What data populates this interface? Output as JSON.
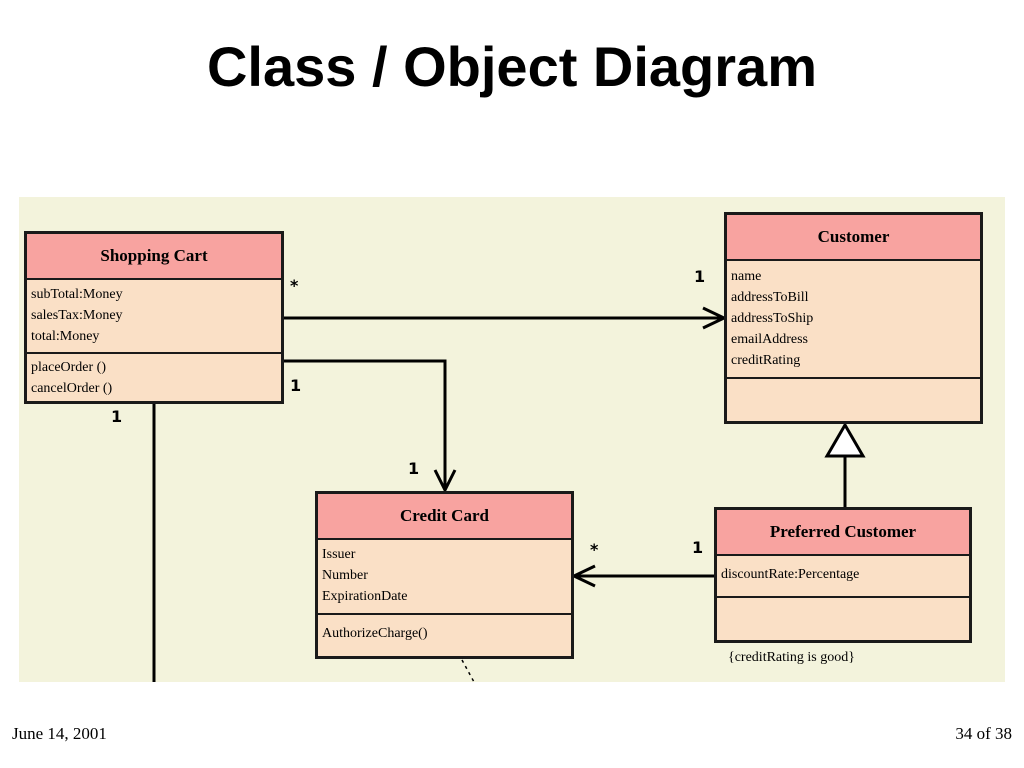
{
  "slide": {
    "title": "Class / Object Diagram",
    "date": "June 14, 2001",
    "page": "34 of 38"
  },
  "colors": {
    "header": "#f8a3a0",
    "body": "#fae0c6",
    "background": "#f3f3dc"
  },
  "classes": {
    "shopping_cart": {
      "name": "Shopping Cart",
      "attributes": [
        "subTotal:Money",
        "salesTax:Money",
        "total:Money"
      ],
      "operations": [
        "placeOrder ()",
        "cancelOrder ()"
      ]
    },
    "customer": {
      "name": "Customer",
      "attributes": [
        "name",
        "addressToBill",
        "addressToShip",
        "emailAddress",
        "creditRating"
      ],
      "operations": []
    },
    "credit_card": {
      "name": "Credit Card",
      "attributes": [
        "Issuer",
        "Number",
        "ExpirationDate"
      ],
      "operations": [
        "AuthorizeCharge()"
      ]
    },
    "preferred_customer": {
      "name": "Preferred Customer",
      "attributes": [
        "discountRate:Percentage"
      ],
      "operations": []
    }
  },
  "multiplicities": {
    "cart_to_customer_cart_end": "*",
    "cart_to_customer_customer_end": "1",
    "cart_to_card_cart_end": "1",
    "cart_to_card_card_end": "1",
    "cart_down": "1",
    "preferred_to_card_card_end": "*",
    "preferred_to_card_preferred_end": "1"
  },
  "constraint": "{creditRating is good}"
}
